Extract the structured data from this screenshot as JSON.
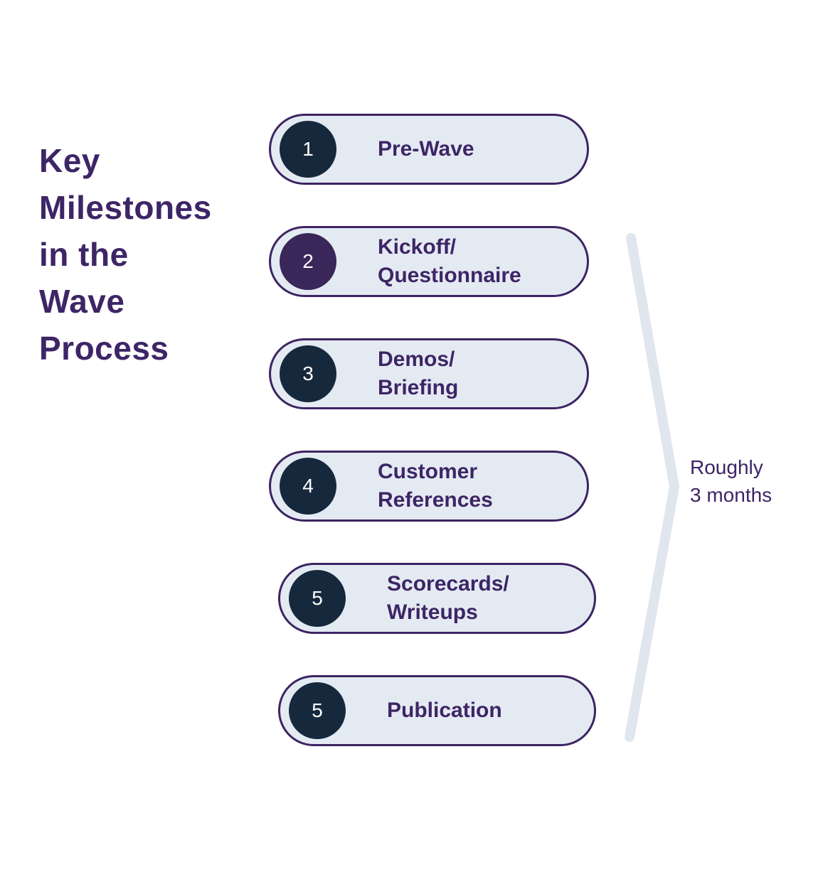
{
  "title": "Key\nMilestones\nin the\nWave\nProcess",
  "milestones": {
    "items": [
      {
        "number": "1",
        "label": "Pre-Wave",
        "circle_color": "#16283c"
      },
      {
        "number": "2",
        "label": "Kickoff/\nQuestionnaire",
        "circle_color": "#3a2659"
      },
      {
        "number": "3",
        "label": "Demos/\nBriefing",
        "circle_color": "#16283c"
      },
      {
        "number": "4",
        "label": "Customer\nReferences",
        "circle_color": "#16283c"
      },
      {
        "number": "5",
        "label": "Scorecards/\nWriteups",
        "circle_color": "#16283c"
      },
      {
        "number": "5",
        "label": "Publication",
        "circle_color": "#16283c"
      }
    ]
  },
  "duration_note": "Roughly\n3 months",
  "colors": {
    "accent_purple": "#3d2566",
    "pill_fill": "#e4eaf2",
    "pill_border": "#3d2462",
    "navy_circle": "#16283c",
    "deep_purple_circle": "#3a2659",
    "bracket": "#dfe6ee",
    "number_text": "#ffffff"
  }
}
